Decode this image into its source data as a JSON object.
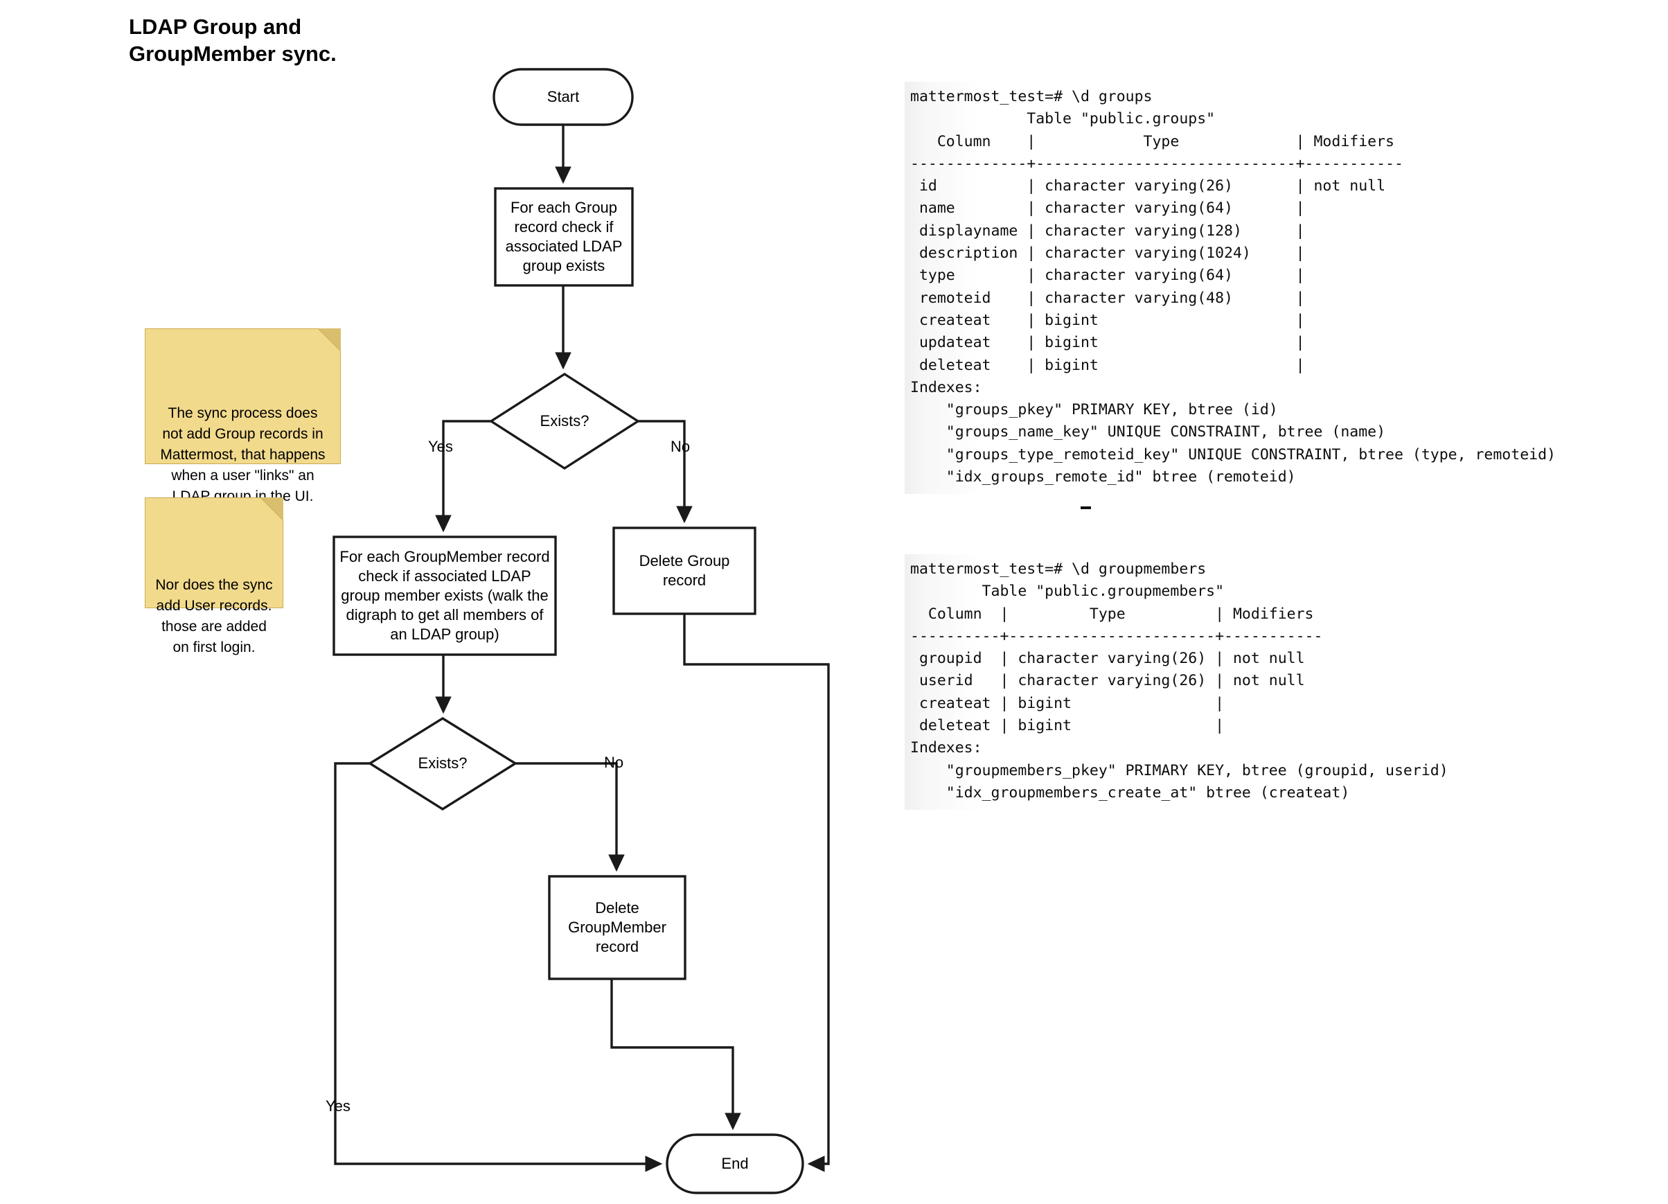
{
  "title": "LDAP Group and\nGroupMember sync.",
  "flow": {
    "nodes": [
      {
        "id": "start",
        "label": "Start",
        "shape": "terminator"
      },
      {
        "id": "for-each-group",
        "label": "For each Group\nrecord check if\nassociated LDAP\ngroup exists",
        "shape": "process"
      },
      {
        "id": "exists-1",
        "label": "Exists?",
        "shape": "decision"
      },
      {
        "id": "for-each-member",
        "label": "For each GroupMember record\ncheck if associated LDAP\ngroup member exists (walk the\ndigraph to get all members of\nan LDAP group)",
        "shape": "process"
      },
      {
        "id": "delete-group",
        "label": "Delete Group\nrecord",
        "shape": "process"
      },
      {
        "id": "exists-2",
        "label": "Exists?",
        "shape": "decision"
      },
      {
        "id": "delete-member",
        "label": "Delete\nGroupMember\nrecord",
        "shape": "process"
      },
      {
        "id": "end",
        "label": "End",
        "shape": "terminator"
      }
    ],
    "edge_labels": {
      "exists1_yes": "Yes",
      "exists1_no": "No",
      "exists2_no": "No",
      "exists2_yes": "Yes"
    }
  },
  "notes": [
    {
      "id": "note-group-records",
      "text": "The sync process does\nnot add Group records in\nMattermost, that happens\nwhen a user \"links\" an\nLDAP group in the UI."
    },
    {
      "id": "note-user-records",
      "text": "Nor does the sync\nadd User records.\nthose are added\non first login."
    }
  ],
  "terminals": [
    {
      "id": "groups-table",
      "text": "mattermost_test=# \\d groups\n             Table \"public.groups\"\n   Column    |            Type             | Modifiers\n-------------+-----------------------------+-----------\n id          | character varying(26)       | not null\n name        | character varying(64)       |\n displayname | character varying(128)      |\n description | character varying(1024)     |\n type        | character varying(64)       |\n remoteid    | character varying(48)       |\n createat    | bigint                      |\n updateat    | bigint                      |\n deleteat    | bigint                      |\nIndexes:\n    \"groups_pkey\" PRIMARY KEY, btree (id)\n    \"groups_name_key\" UNIQUE CONSTRAINT, btree (name)\n    \"groups_type_remoteid_key\" UNIQUE CONSTRAINT, btree (type, remoteid)\n    \"idx_groups_remote_id\" btree (remoteid)"
    },
    {
      "id": "groupmembers-table",
      "text": "mattermost_test=# \\d groupmembers\n        Table \"public.groupmembers\"\n  Column  |         Type          | Modifiers\n----------+-----------------------+-----------\n groupid  | character varying(26) | not null\n userid   | character varying(26) | not null\n createat | bigint                |\n deleteat | bigint                |\nIndexes:\n    \"groupmembers_pkey\" PRIMARY KEY, btree (groupid, userid)\n    \"idx_groupmembers_create_at\" btree (createat)"
    }
  ],
  "colors": {
    "stroke": "#1a1a1a",
    "note_fill": "#F2DA8D",
    "note_border": "#C8AB52",
    "note_fold": "#D9BE6E",
    "panel_bg": "#f2f2f2"
  }
}
